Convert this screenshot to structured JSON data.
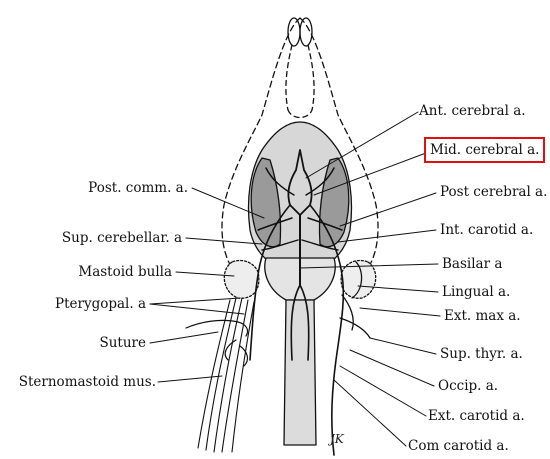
{
  "diagram": {
    "signature": "JK",
    "highlight_color": "#e01010",
    "left_labels": [
      "Post. comm. a.",
      "Sup. cerebellar. a",
      "Mastoid bulla",
      "Pterygopal. a",
      "Suture",
      "Sternomastoid mus."
    ],
    "right_labels": [
      "Ant. cerebral a.",
      "Mid. cerebral a.",
      "Post cerebral a.",
      "Int. carotid a.",
      "Basilar a",
      "Lingual a.",
      "Ext. max a.",
      "Sup. thyr. a.",
      "Occip. a.",
      "Ext. carotid a.",
      "Com carotid a."
    ]
  }
}
